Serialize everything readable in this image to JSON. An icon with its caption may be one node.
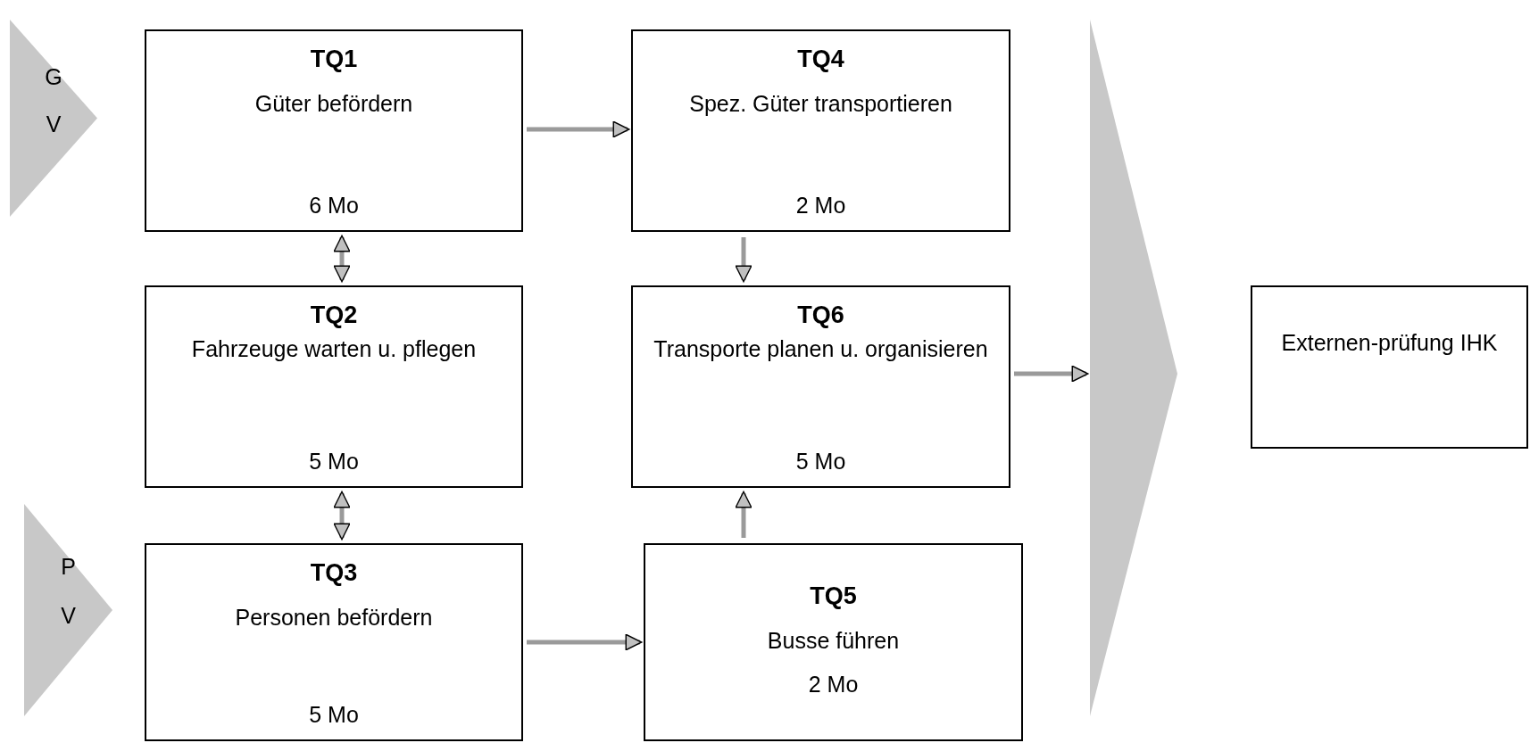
{
  "diagram": {
    "nodes": [
      {
        "text": [
          "G",
          "V"
        ]
      },
      {
        "text": [
          "TQ1",
          "Güter befördern",
          "6 Mo"
        ]
      },
      {
        "text": [
          "TQ4",
          "Spez. Güter transportieren",
          "2 Mo"
        ]
      },
      {
        "text": [
          "TQ2",
          "Fahrzeuge warten u. pflegen",
          "5 Mo"
        ]
      },
      {
        "text": [
          "TQ6",
          "Transporte planen u. organisieren",
          "5 Mo"
        ]
      },
      {
        "text": [],
        "shape": "triangle"
      },
      {
        "text": [
          "Externen-prüfung IHK"
        ]
      },
      {
        "text": [
          "P",
          "V"
        ]
      },
      {
        "text": [
          "TQ3",
          "Personen befördern",
          "5 Mo"
        ]
      },
      {
        "text": [
          "TQ5",
          "Busse führen",
          "2 Mo"
        ]
      }
    ],
    "edges": [
      {
        "from": 1,
        "to": 2,
        "arrow": "to"
      },
      {
        "from": 1,
        "to": 3,
        "arrow": "both"
      },
      {
        "from": 2,
        "to": 4,
        "arrow": "to"
      },
      {
        "from": 4,
        "to": 5,
        "arrow": "to"
      },
      {
        "from": 3,
        "to": 8,
        "arrow": "both"
      },
      {
        "from": 8,
        "to": 9,
        "arrow": "to"
      },
      {
        "from": 9,
        "to": 4,
        "arrow": "to"
      }
    ]
  }
}
